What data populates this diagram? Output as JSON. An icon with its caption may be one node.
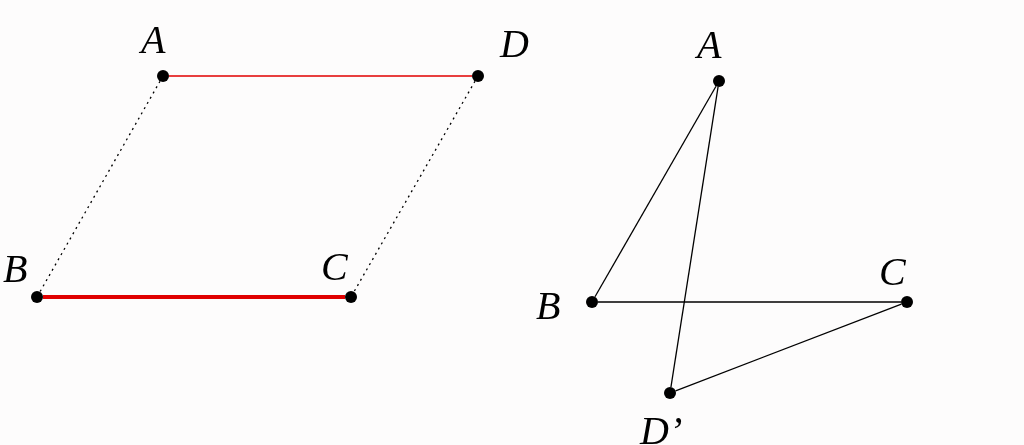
{
  "diagram": {
    "nodes": [
      {
        "text": [
          "A"
        ]
      },
      {
        "text": [
          "D"
        ]
      },
      {
        "text": [
          "B"
        ]
      },
      {
        "text": [
          "C"
        ]
      },
      {
        "text": [
          "A"
        ]
      },
      {
        "text": [
          "B"
        ]
      },
      {
        "text": [
          "C"
        ]
      },
      {
        "text": [
          "D’"
        ]
      }
    ],
    "edges": [
      {
        "from": 0,
        "to": 1,
        "arrow": "none",
        "color": "#e00000"
      },
      {
        "from": 2,
        "to": 3,
        "arrow": "none",
        "color": "#e00000",
        "style": "thick"
      },
      {
        "from": 0,
        "to": 2,
        "arrow": "none",
        "style": "dashed"
      },
      {
        "from": 1,
        "to": 3,
        "arrow": "none",
        "style": "dashed"
      },
      {
        "from": 4,
        "to": 5,
        "arrow": "none"
      },
      {
        "from": 5,
        "to": 6,
        "arrow": "none"
      },
      {
        "from": 6,
        "to": 7,
        "arrow": "none"
      },
      {
        "from": 7,
        "to": 4,
        "arrow": "none"
      }
    ]
  }
}
